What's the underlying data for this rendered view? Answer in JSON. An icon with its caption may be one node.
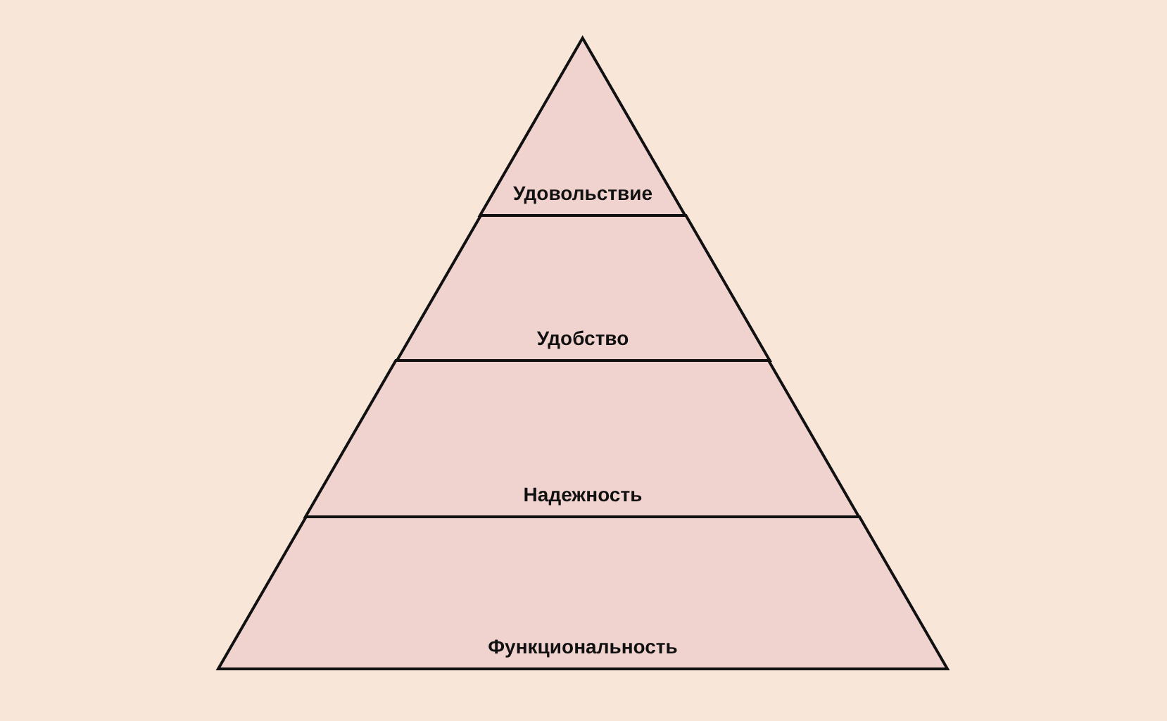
{
  "diagram": {
    "nodes": [
      {
        "text": [
          "Удовольствие"
        ]
      },
      {
        "text": [
          "Удобство"
        ]
      },
      {
        "text": [
          "Надежность"
        ]
      },
      {
        "text": [
          "Функциональность"
        ]
      }
    ]
  }
}
